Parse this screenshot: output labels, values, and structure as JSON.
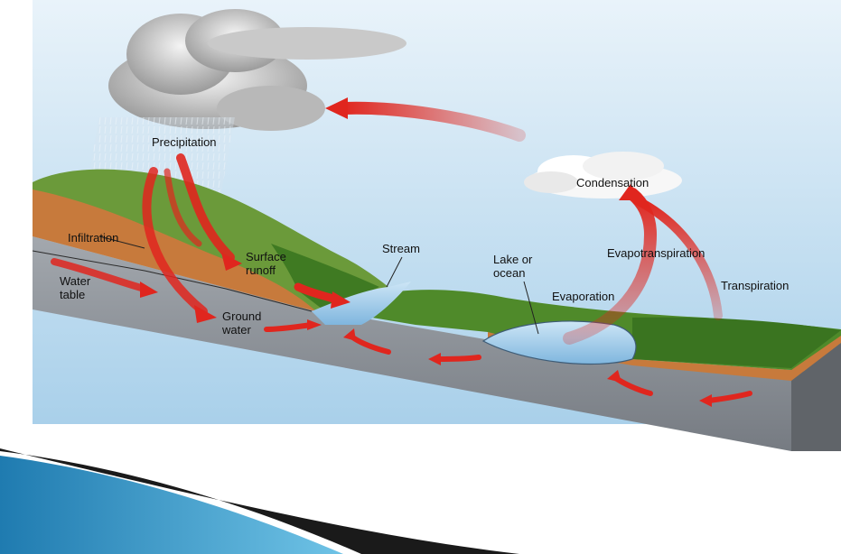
{
  "diagram": {
    "labels": {
      "precipitation": "Precipitation",
      "condensation": "Condensation",
      "infiltration": "Infiltration",
      "water_table": "Water\ntable",
      "surface_runoff": "Surface\nrunoff",
      "stream": "Stream",
      "lake_or_ocean": "Lake or\nocean",
      "evapotranspiration": "Evapotranspiration",
      "transpiration": "Transpiration",
      "evaporation": "Evaporation",
      "ground_water": "Ground\nwater"
    },
    "arrow_color": "#e0261e",
    "sky_color": "#bcdcf0",
    "soil_color": "#c77a3c",
    "rock_color": "#8d9298",
    "water_color": "#9ccbe8",
    "vegetation_color": "#4f8a2a"
  },
  "slide_decoration": {
    "accent_color": "#2a8fbf",
    "shadow_color": "#1a1a1a"
  }
}
